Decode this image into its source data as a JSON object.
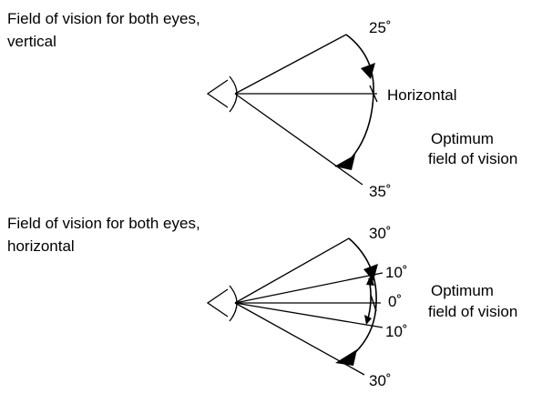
{
  "vertical": {
    "title_line1": "Field of vision for both eyes,",
    "title_line2": "vertical",
    "upper_angle": "25˚",
    "horizontal_label": "Horizontal",
    "lower_angle": "35˚",
    "optimum_line1": "Optimum",
    "optimum_line2": "field of vision"
  },
  "horizontal": {
    "title_line1": "Field of vision for both eyes,",
    "title_line2": "horizontal",
    "outer_upper_angle": "30˚",
    "inner_upper_angle": "10˚",
    "center_angle": "0˚",
    "inner_lower_angle": "10˚",
    "outer_lower_angle": "30˚",
    "optimum_line1": "Optimum",
    "optimum_line2": "field of vision"
  }
}
